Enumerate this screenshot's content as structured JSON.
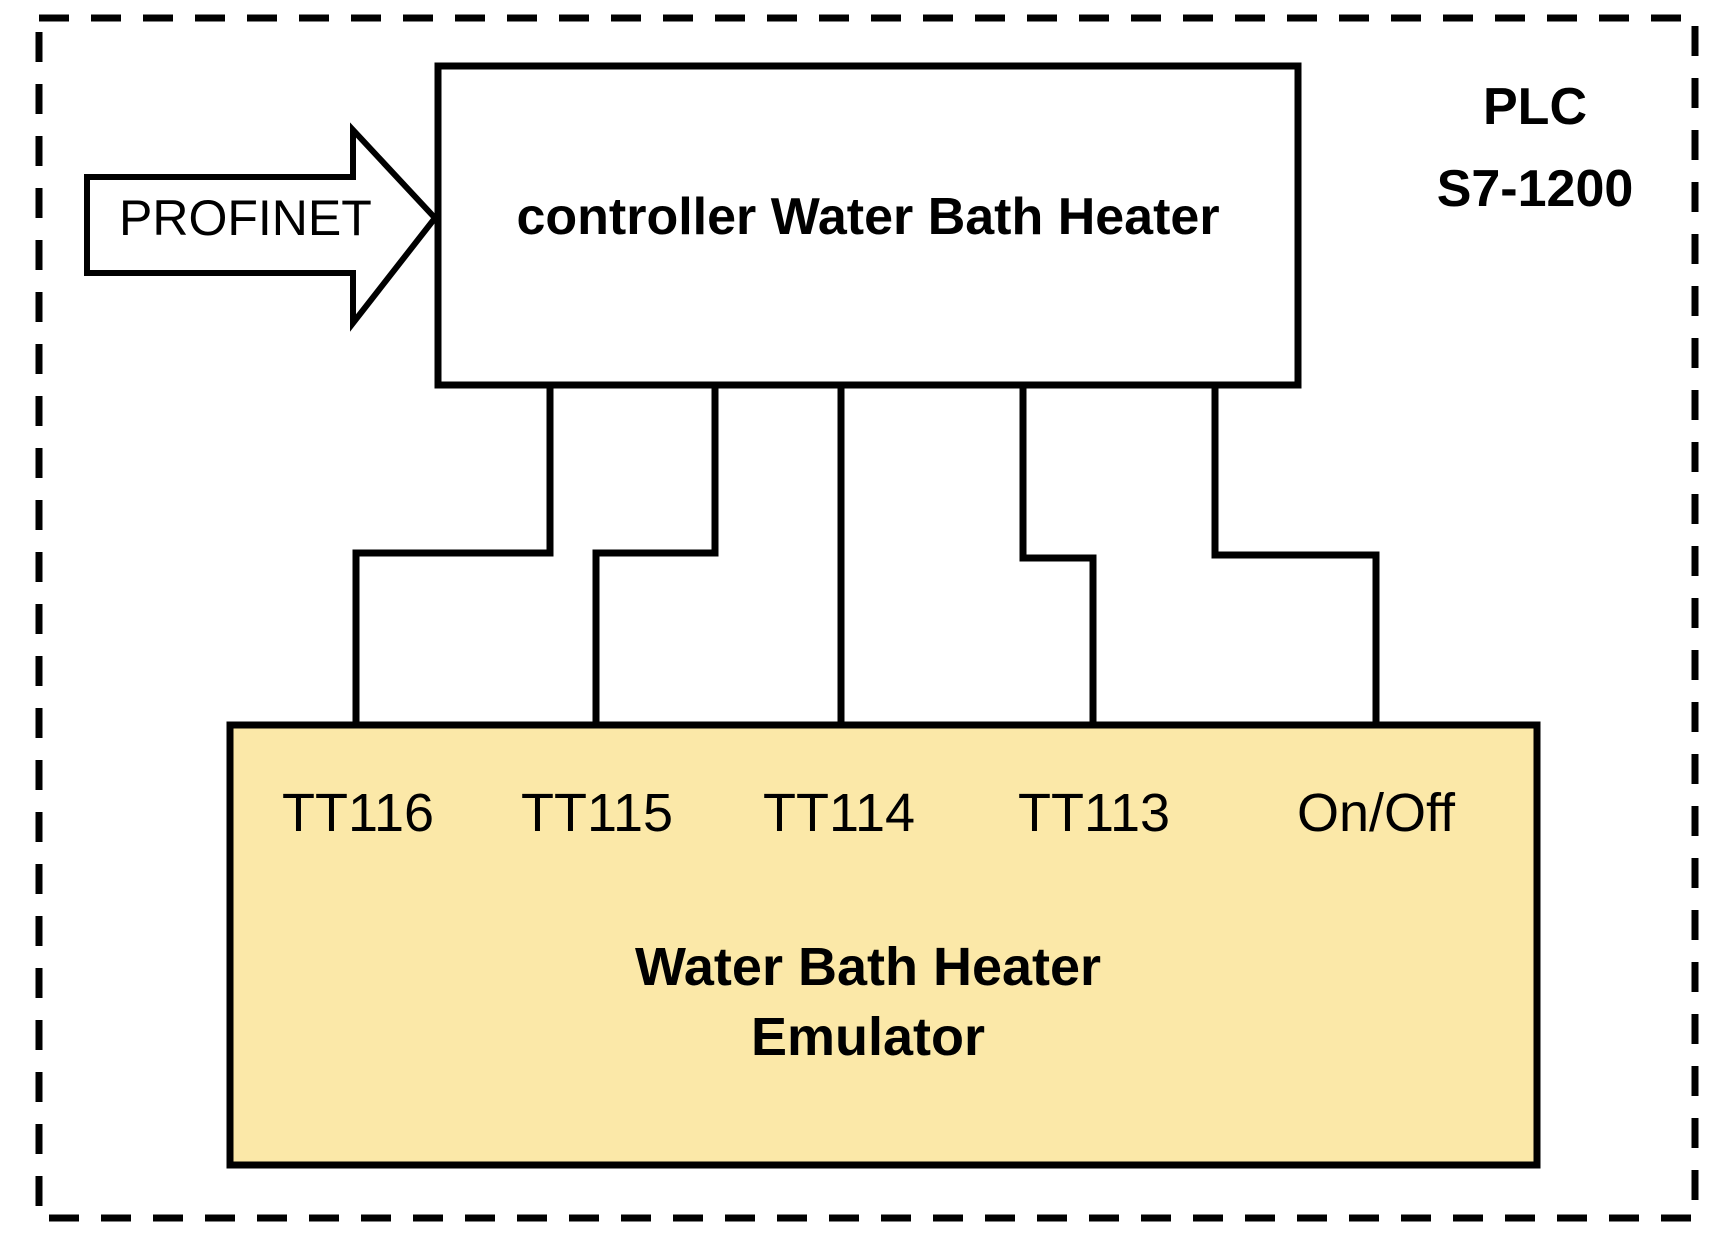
{
  "plc": {
    "name": "PLC",
    "model": "S7-1200"
  },
  "input_arrow": {
    "label": "PROFINET"
  },
  "controller": {
    "label": "controller Water Bath Heater"
  },
  "emulator": {
    "title_line1": "Water Bath Heater",
    "title_line2": "Emulator",
    "fill_color": "#fbe8a8",
    "signals": [
      {
        "label": "TT116"
      },
      {
        "label": "TT115"
      },
      {
        "label": "TT114"
      },
      {
        "label": "TT113"
      },
      {
        "label": "On/Off"
      }
    ]
  },
  "colors": {
    "stroke": "#000000",
    "background": "#ffffff"
  }
}
